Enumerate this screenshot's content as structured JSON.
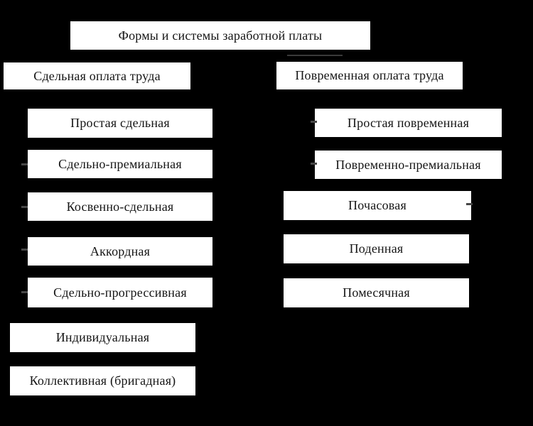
{
  "colors": {
    "background": "#000000",
    "box_fill": "#ffffff",
    "box_border": "#000000",
    "text": "#151515",
    "connector_stub": "#474747"
  },
  "diagram": {
    "title": "Формы и системы заработной платы",
    "piecework": {
      "header": "Сдельная оплата труда",
      "items": [
        "Простая сдельная",
        "Сдельно-премиальная",
        "Косвенно-сдельная",
        "Аккордная",
        "Сдельно-прогрессивная"
      ],
      "subitems": [
        "Индивидуальная",
        "Коллективная (бригадная)"
      ]
    },
    "time_based": {
      "header": "Повременная оплата труда",
      "items": [
        "Простая повременная",
        "Повременно-премиальная",
        "Почасовая",
        "Поденная",
        "Помесячная"
      ]
    }
  }
}
